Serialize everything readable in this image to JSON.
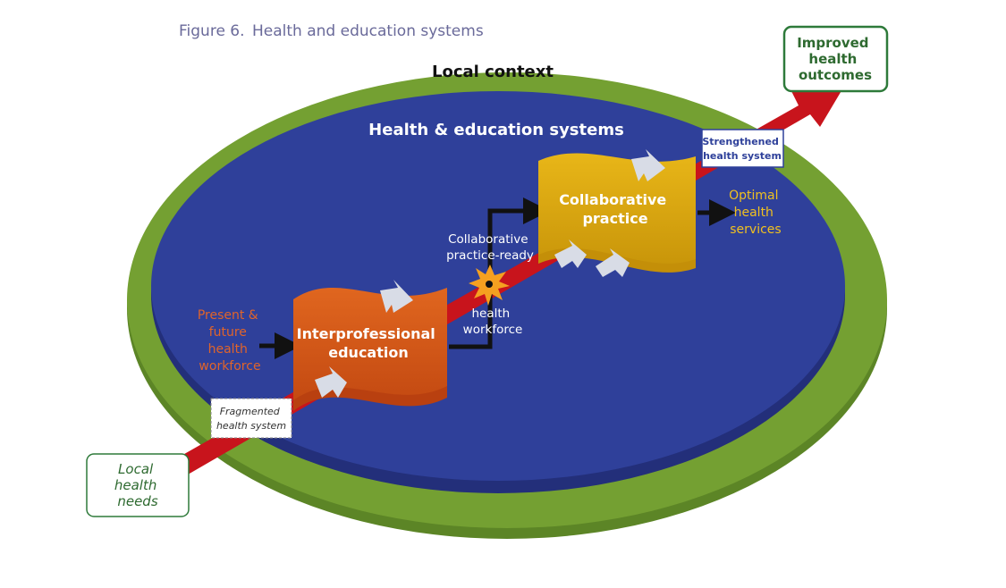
{
  "figure": {
    "number": "Figure 6.",
    "title": "Health and education systems"
  },
  "outer_ring": {
    "label": "Local context",
    "color": "#6f9a2e"
  },
  "inner_area": {
    "label": "Health & education systems",
    "color": "#2e3f97"
  },
  "start_box": {
    "lines": [
      "Local",
      "health",
      "needs"
    ]
  },
  "end_box": {
    "lines": [
      "Improved",
      "health",
      "outcomes"
    ]
  },
  "fragmented_box": {
    "lines": [
      "Fragmented",
      "health system"
    ]
  },
  "strengthened_box": {
    "lines": [
      "Strengthened",
      "health system"
    ]
  },
  "input_label": {
    "lines": [
      "Present &",
      "future",
      "health",
      "workforce"
    ],
    "color": "#e0642a"
  },
  "ipe": {
    "lines": [
      "Interprofessional",
      "education"
    ],
    "color": "#d9561c"
  },
  "ready_label": {
    "lines": [
      "Collaborative",
      "practice-ready"
    ]
  },
  "workforce_label": {
    "lines": [
      "health",
      "workforce"
    ]
  },
  "cp": {
    "lines": [
      "Collaborative",
      "practice"
    ],
    "color": "#e0ab10"
  },
  "output_label": {
    "lines": [
      "Optimal",
      "health",
      "services"
    ],
    "color": "#f0c020"
  },
  "arrow_color": "#c8141c",
  "box_border_color": "#2e7a3a"
}
